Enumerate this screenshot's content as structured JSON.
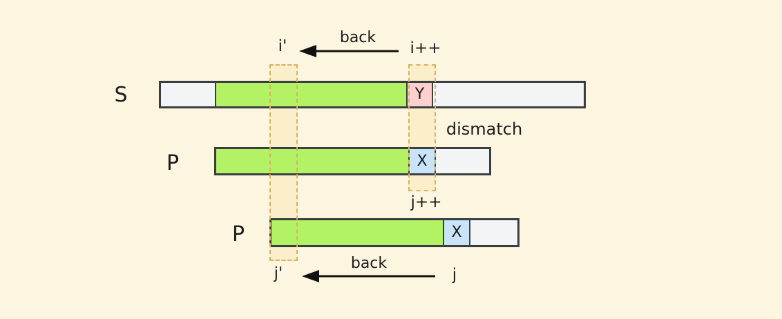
{
  "colors": {
    "bg": "#FCF5DF",
    "green": "#B2F264",
    "pink": "#FBD0CE",
    "blue": "#C9E3F8",
    "gray": "#F3F4F5",
    "bar-border": "#3A3E41",
    "dash-border": "#D8B25C",
    "dash-fill": "#FAEECB",
    "text": "#1B1B1B"
  },
  "bars": {
    "s": {
      "label": "S",
      "segments": [
        {
          "kind": "unscanned-prefix",
          "label": ""
        },
        {
          "kind": "matched",
          "label": ""
        },
        {
          "kind": "mismatch-char",
          "label": "Y"
        },
        {
          "kind": "rest",
          "label": ""
        }
      ]
    },
    "p_mid": {
      "label": "P",
      "segments": [
        {
          "kind": "matched",
          "label": ""
        },
        {
          "kind": "mismatch-char",
          "label": "X"
        },
        {
          "kind": "rest",
          "label": ""
        }
      ]
    },
    "p_bottom": {
      "label": "P",
      "segments": [
        {
          "kind": "matched",
          "label": ""
        },
        {
          "kind": "mismatch-char",
          "label": "X"
        },
        {
          "kind": "rest",
          "label": ""
        }
      ]
    }
  },
  "annotations": {
    "i_prime": "i'",
    "back_top": "back",
    "i_plus_plus": "i++",
    "dismatch": "dismatch",
    "j_plus_plus": "j++",
    "j_prime": "j'",
    "back_bottom": "back",
    "j": "j"
  }
}
